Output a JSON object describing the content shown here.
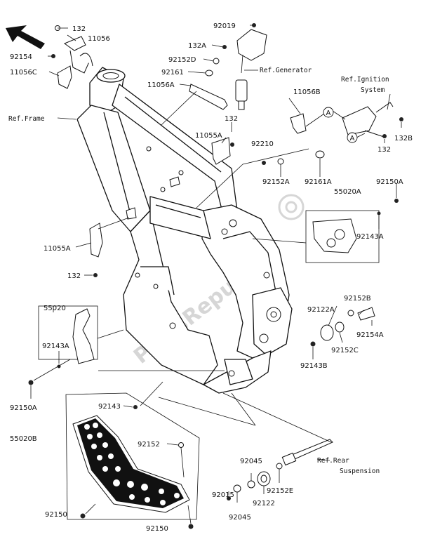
{
  "watermark": "PartsRepublik",
  "references": {
    "frame": "Ref.Frame",
    "generator": "Ref.Generator",
    "ignition_line1": "Ref.Ignition",
    "ignition_line2": "System",
    "rear_line1": "Ref.Rear",
    "rear_line2": "Suspension"
  },
  "circle_marker": "A",
  "labels": {
    "l132_top": "132",
    "l11056_top": "11056",
    "l92154": "92154",
    "l11056C": "11056C",
    "l92019": "92019",
    "l132A": "132A",
    "l92152D": "92152D",
    "l92161": "92161",
    "l11056A": "11056A",
    "l11056B": "11056B",
    "l132_mid": "132",
    "l11055A_top": "11055A",
    "l132B": "132B",
    "l132_right": "132",
    "l92210": "92210",
    "l92152A": "92152A",
    "l92161A": "92161A",
    "l55020A": "55020A",
    "l92150A_top": "92150A",
    "l92143A_right": "92143A",
    "l11055A_left": "11055A",
    "l132_left": "132",
    "l55020": "55020",
    "l92143A_left": "92143A",
    "l92150A_left": "92150A",
    "l92152B": "92152B",
    "l92122A": "92122A",
    "l92154A": "92154A",
    "l92152C": "92152C",
    "l92143B": "92143B",
    "l92143": "92143",
    "l55020B": "55020B",
    "l92152": "92152",
    "l92045_top": "92045",
    "l92015": "92015",
    "l92122": "92122",
    "l92152E": "92152E",
    "l92045_bottom": "92045",
    "l92150_left": "92150",
    "l92150_bottom": "92150"
  }
}
